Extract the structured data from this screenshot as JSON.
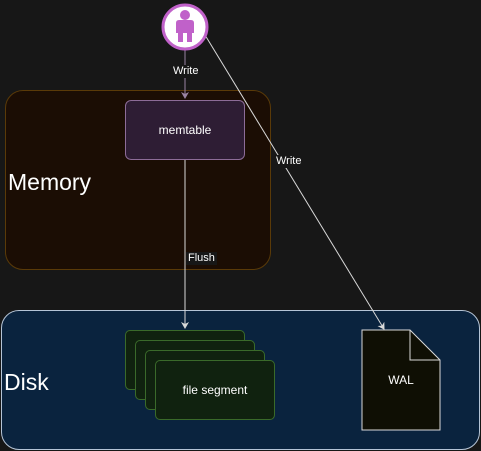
{
  "diagram": {
    "memory_label": "Memory",
    "disk_label": "Disk",
    "memtable_label": "memtable",
    "segment_label": "file segment",
    "wal_label": "WAL",
    "edges": {
      "write_to_memtable": "Write",
      "write_to_wal": "Write",
      "flush": "Flush"
    }
  },
  "icons": {
    "user": "user-icon",
    "document": "document-icon"
  },
  "colors": {
    "background": "#171717",
    "memory_fill": "#1b0d04",
    "memory_stroke": "#5a3a08",
    "disk_fill": "#0a233e",
    "disk_stroke": "#b5c4d6",
    "memtable_fill": "#2e1d34",
    "memtable_stroke": "#8d6c98",
    "segment_fill": "#10220f",
    "segment_stroke": "#3a6a2a",
    "wal_fill": "#0f0f04",
    "user_accent": "#c061c9",
    "edge": "#d9d9d9"
  }
}
